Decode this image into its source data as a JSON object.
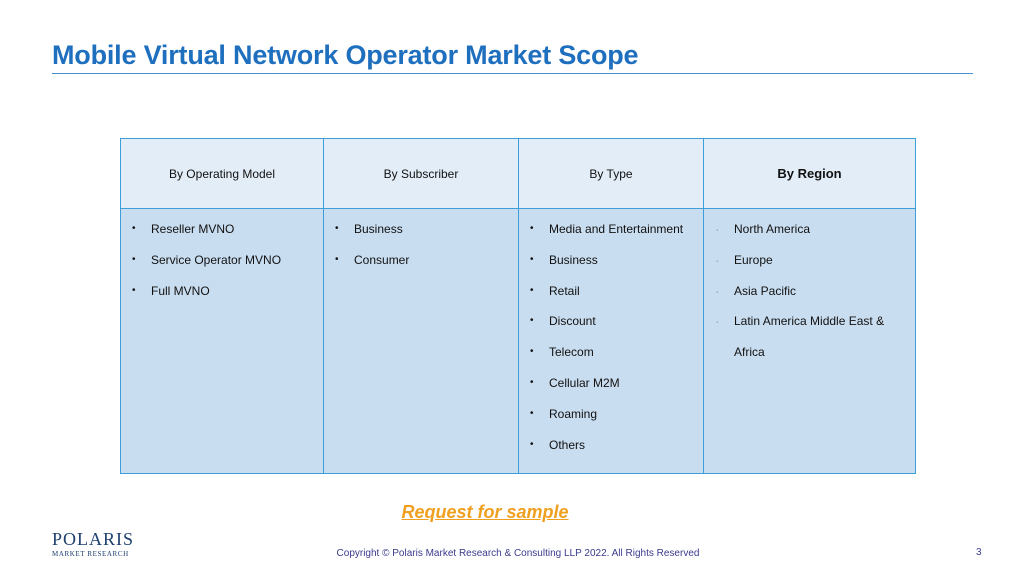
{
  "slide": {
    "title": "Mobile Virtual Network Operator Market Scope",
    "cta": "Request for sample",
    "copyright": "Copyright © Polaris Market Research & Consulting LLP 2022. All Rights Reserved",
    "page_number": "3",
    "logo": {
      "name": "POLARIS",
      "tagline": "MARKET RESEARCH"
    }
  },
  "table": {
    "columns": [
      {
        "header": "By Operating Model",
        "items": [
          "Reseller MVNO",
          "Service Operator MVNO",
          "Full MVNO"
        ]
      },
      {
        "header": "By Subscriber",
        "items": [
          "Business",
          "Consumer"
        ]
      },
      {
        "header": "By Type",
        "items": [
          "Media and Entertainment",
          "Business",
          "Retail",
          "Discount",
          "Telecom",
          "Cellular M2M",
          "Roaming",
          "Others"
        ]
      },
      {
        "header": "By Region",
        "items": [
          "North America",
          "Europe",
          "Asia Pacific",
          "Latin America Middle East &",
          "Africa"
        ]
      }
    ]
  }
}
